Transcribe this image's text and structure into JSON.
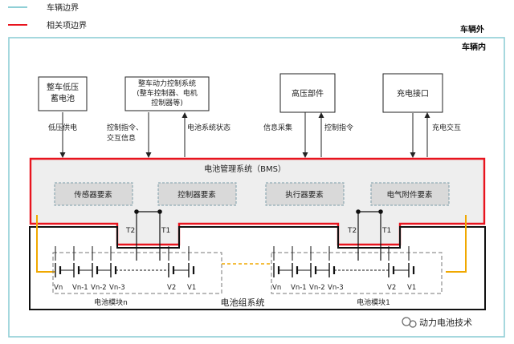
{
  "legend": {
    "vehicle_boundary": "车辆边界",
    "related_boundary": "相关项边界"
  },
  "zones": {
    "outside": "车辆外",
    "inside": "车辆内"
  },
  "blocks": {
    "lv_battery": [
      "整车低压",
      "蓄电池"
    ],
    "powertrain": [
      "整车动力控制系统",
      "(整车控制器、电机",
      "控制器等)"
    ],
    "hv_parts": "高压部件",
    "charge_port": "充电接口"
  },
  "arrows": {
    "lv_supply": "低压供电",
    "control_cmd": [
      "控制指令、",
      "交互信息"
    ],
    "battery_status": "电池系统状态",
    "info_collect": "信息采集",
    "control_instr": "控制指令",
    "charge_interact": "充电交互"
  },
  "bms": {
    "title": "电池管理系统（BMS）",
    "elements": [
      "传感器要素",
      "控制器要素",
      "执行器要素",
      "电气附件要素"
    ]
  },
  "pack": {
    "title": "电池组系统",
    "module_n": "电池模块n",
    "module_1": "电池模块1",
    "cells_left": [
      "Vn",
      "Vn-1",
      "Vn-2",
      "Vn-3",
      "V2",
      "V1"
    ],
    "cells_right": [
      "Vn",
      "Vn-1",
      "Vn-2",
      "Vn-3",
      "V2",
      "V1"
    ],
    "terminals": [
      "T2",
      "T1",
      "T2",
      "T1"
    ]
  },
  "watermark": "动力电池技术",
  "colors": {
    "vehicle_boundary": "#8fcfd6",
    "related_boundary": "#e8141e",
    "bms_fill": "#eeeeee",
    "element_fill": "#d9d9d9",
    "dashed_link": "#f0a800",
    "wire_orange": "#f0a800"
  }
}
